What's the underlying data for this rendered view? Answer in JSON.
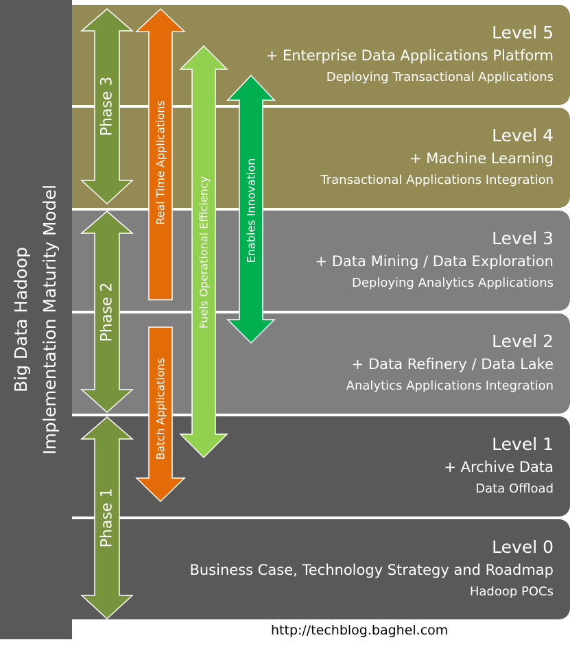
{
  "model_title": {
    "line1": "Big Data Hadoop",
    "line2": "Implementation Maturity Model"
  },
  "levels": [
    {
      "title": "Level 5",
      "subtitle": "+ Enterprise Data Applications Platform",
      "description": "Deploying Transactional Applications",
      "color": "#948a54"
    },
    {
      "title": "Level 4",
      "subtitle": "+ Machine Learning",
      "description": "Transactional Applications Integration",
      "color": "#948a54"
    },
    {
      "title": "Level 3",
      "subtitle": "+ Data Mining / Data Exploration",
      "description": "Deploying Analytics Applications",
      "color": "#7f7f7f"
    },
    {
      "title": "Level 2",
      "subtitle": "+ Data Refinery / Data Lake",
      "description": "Analytics Applications Integration",
      "color": "#7f7f7f"
    },
    {
      "title": "Level 1",
      "subtitle": "+ Archive Data",
      "description": "Data Offload",
      "color": "#595959"
    },
    {
      "title": "Level 0",
      "subtitle": "Business Case, Technology Strategy and Roadmap",
      "description": "Hadoop POCs",
      "color": "#595959"
    }
  ],
  "phases": [
    "Phase 3",
    "Phase 2",
    "Phase 1"
  ],
  "arrows": {
    "real_time": "Real Time Applications",
    "batch": "Batch Applications",
    "operational": "Fuels Operational Efficiency",
    "innovation": "Enables Innovation"
  },
  "colors": {
    "phase_arrow": "#77933c",
    "orange_arrow": "#e36c09",
    "light_green_arrow": "#92d050",
    "green_arrow": "#00b050"
  },
  "url": "http://techblog.baghel.com"
}
